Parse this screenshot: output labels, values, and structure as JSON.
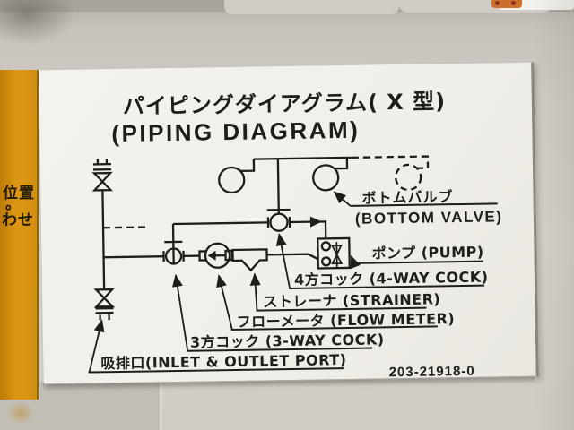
{
  "side_strip": {
    "fragment_top": "。",
    "fragment_line1": "位置",
    "fragment_line2": "わせ"
  },
  "placard": {
    "title_jp": "パイピングダイアグラム( X 型)",
    "title_en": "(PIPING DIAGRAM)",
    "part_number": "203-21918-0",
    "labels": {
      "bottom_valve_jp": "ボトムバルブ",
      "bottom_valve_en": "(BOTTOM VALVE)",
      "pump": "ポンプ (PUMP)",
      "four_way_cock": "4方コック (4-WAY COCK)",
      "strainer": "ストレーナ (STRAINER)",
      "flow_meter": "フローメータ (FLOW METER)",
      "three_way_cock": "3方コック (3-WAY COCK)",
      "inlet_outlet_port": "吸排口(INLET & OUTLET PORT)"
    },
    "symbols": [
      "shutoff-valve-top",
      "shutoff-valve-bottom",
      "inlet-outlet-port",
      "three-way-cock",
      "flow-meter",
      "strainer",
      "four-way-cock",
      "pump",
      "bottom-valve-left",
      "bottom-valve-right",
      "bottom-valve-optional-dashed"
    ]
  },
  "colors": {
    "machine_surface": "#cfcbc4",
    "placard_white": "#f1efe9",
    "ink": "#1d1d1b",
    "strip_orange": "#d8920f"
  }
}
